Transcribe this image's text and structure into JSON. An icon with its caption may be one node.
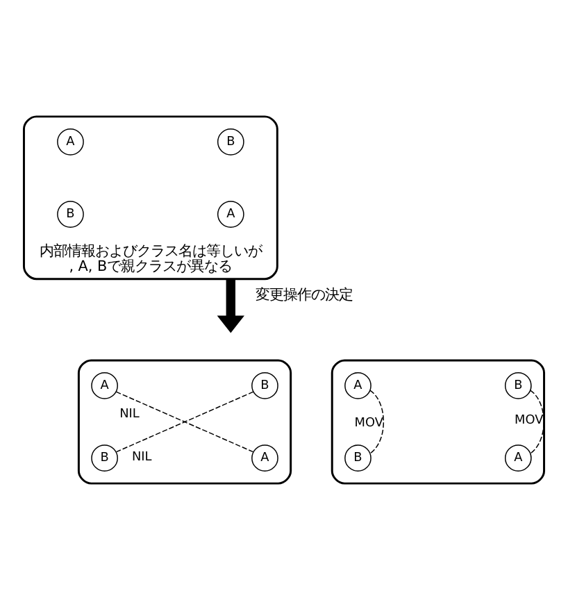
{
  "diagram": {
    "nodes": [
      {
        "text": [],
        "shape": "box",
        "beside": [
          "内部情報およびクラス名は等しいが, A, Bで親クラスが異なる"
        ]
      },
      {
        "text": [
          "A"
        ],
        "in": 0
      },
      {
        "text": [
          "B"
        ],
        "in": 0
      },
      {
        "text": [
          "B"
        ],
        "in": 0
      },
      {
        "text": [
          "A"
        ],
        "in": 0
      },
      {
        "text": [],
        "shape": "box"
      },
      {
        "text": [
          "A"
        ],
        "in": 5
      },
      {
        "text": [
          "B"
        ],
        "in": 5
      },
      {
        "text": [
          "B"
        ],
        "in": 5
      },
      {
        "text": [
          "A"
        ],
        "in": 5
      },
      {
        "text": [],
        "shape": "box"
      },
      {
        "text": [
          "A"
        ],
        "in": 10
      },
      {
        "text": [
          "B"
        ],
        "in": 10
      },
      {
        "text": [
          "B"
        ],
        "in": 10
      },
      {
        "text": [
          "A"
        ],
        "in": 10
      }
    ],
    "edges": [
      {
        "from": 0,
        "to": null,
        "arrow": "to",
        "style": "thick",
        "label": "変更操作の決定"
      },
      {
        "from": 6,
        "to": 9,
        "arrow": "none",
        "style": "dashed",
        "label": "NIL"
      },
      {
        "from": 7,
        "to": 8,
        "arrow": "none",
        "style": "dashed",
        "label": "NIL"
      },
      {
        "from": 11,
        "to": 13,
        "arrow": "none",
        "style": "dashed",
        "label": "MOV"
      },
      {
        "from": 12,
        "to": 14,
        "arrow": "none",
        "style": "dashed",
        "label": "MOV"
      }
    ]
  }
}
